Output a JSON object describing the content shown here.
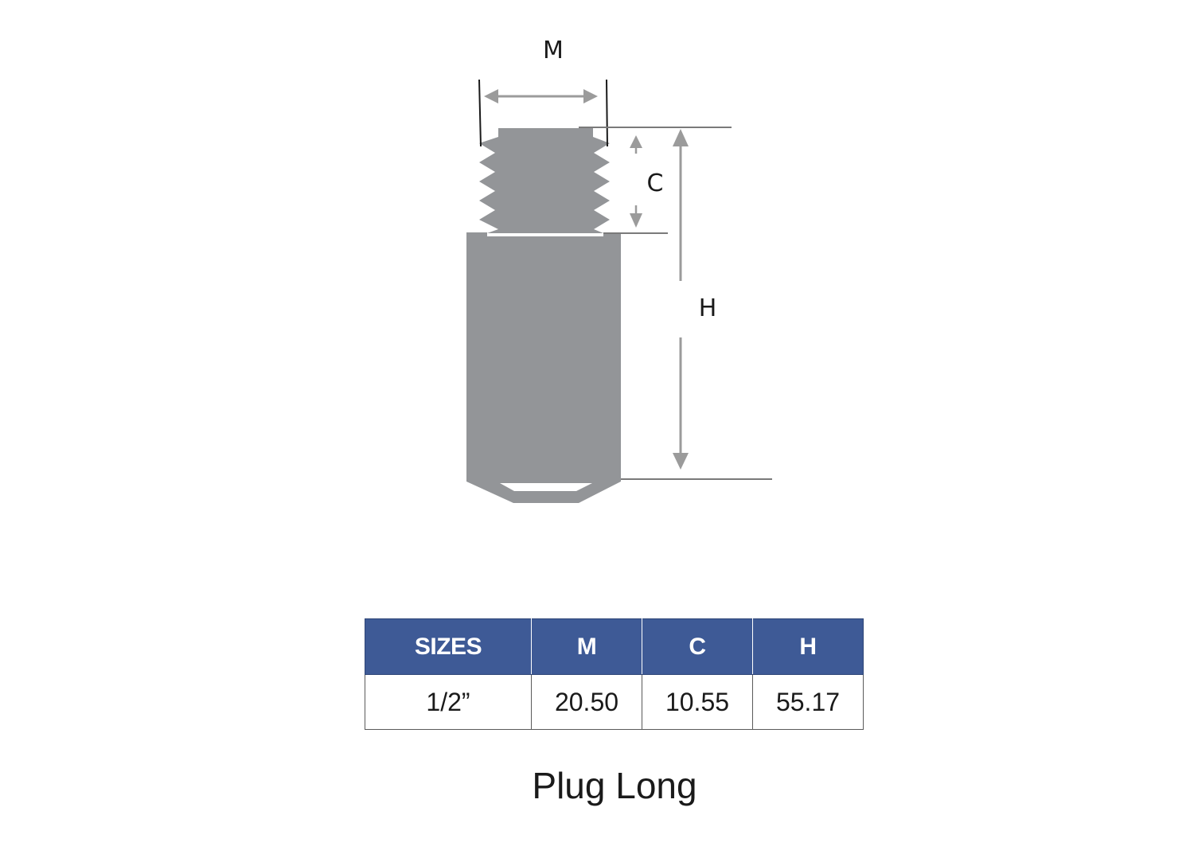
{
  "diagram": {
    "labels": {
      "m": "M",
      "c": "C",
      "h": "H"
    },
    "colors": {
      "body": "#939598",
      "dimension": "#9b9b9b",
      "extension": "#7a7a7a",
      "bracket": "#1a1a1a"
    }
  },
  "table": {
    "header_color": "#3e5a96",
    "headers": [
      "SIZES",
      "M",
      "C",
      "H"
    ],
    "rows": [
      [
        "1/2”",
        "20.50",
        "10.55",
        "55.17"
      ]
    ]
  },
  "caption": "Plug Long"
}
